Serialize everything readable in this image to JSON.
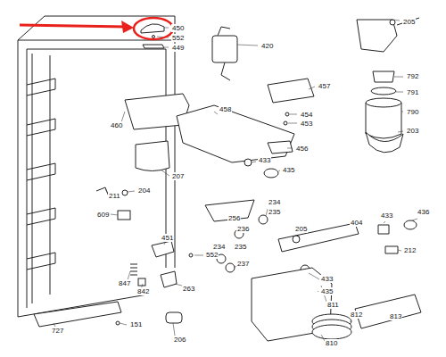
{
  "diagram": {
    "labels": [
      "450",
      "552",
      "449",
      "420",
      "205",
      "792",
      "791",
      "790",
      "203",
      "457",
      "454",
      "453",
      "460",
      "458",
      "456",
      "433",
      "435",
      "207",
      "211",
      "204",
      "609",
      "256",
      "234",
      "235",
      "236",
      "205",
      "404",
      "433",
      "436",
      "212",
      "451",
      "234",
      "235",
      "552",
      "237",
      "847",
      "842",
      "263",
      "433",
      "435",
      "727",
      "151",
      "206",
      "811",
      "810",
      "812",
      "813"
    ]
  }
}
